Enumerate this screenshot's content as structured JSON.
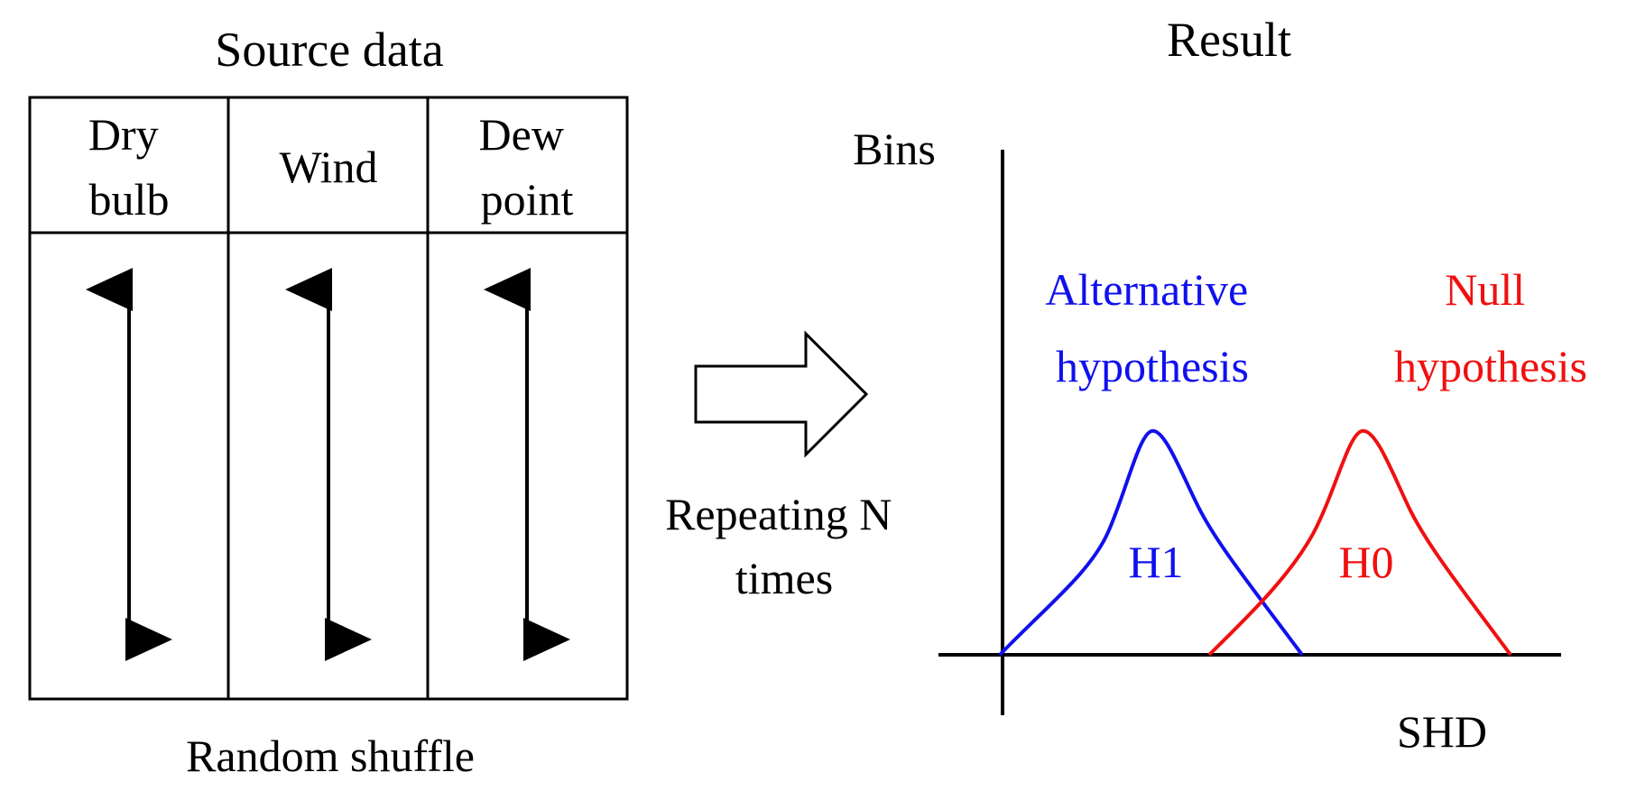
{
  "source": {
    "title": "Source data",
    "columns": [
      {
        "line1": "Dry",
        "line2": "bulb"
      },
      {
        "line1": "Wind",
        "line2": ""
      },
      {
        "line1": "Dew",
        "line2": "point"
      }
    ],
    "caption": "Random shuffle"
  },
  "process": {
    "line1": "Repeating N",
    "line2": "times"
  },
  "result": {
    "title": "Result",
    "y_axis_label": "Bins",
    "x_axis_label": "SHD",
    "alternative": {
      "line1": "Alternative",
      "line2": "hypothesis",
      "curve_label": "H1",
      "color": "#1010ee"
    },
    "null": {
      "line1": "Null",
      "line2": "hypothesis",
      "curve_label": "H0",
      "color": "#f01010"
    }
  }
}
